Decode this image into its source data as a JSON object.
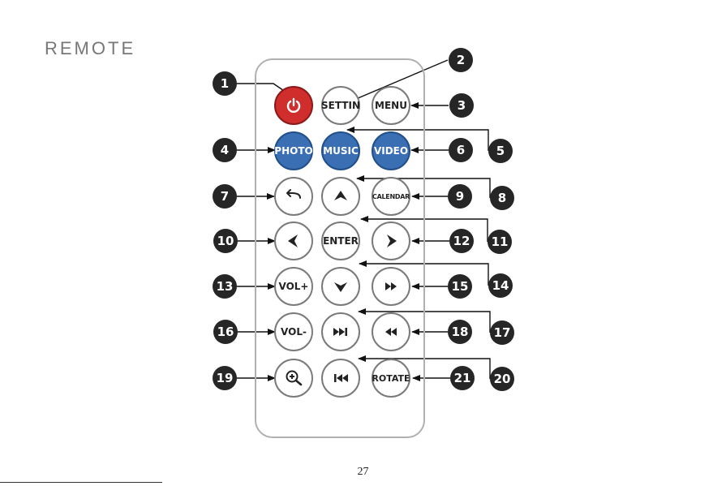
{
  "page_title": "REMOTE",
  "page_number": "27",
  "buttons": {
    "power": "",
    "setting": "SETTIN",
    "menu": "MENU",
    "photo": "PHOTO",
    "music": "MUSIC",
    "video": "VIDEO",
    "back": "",
    "up": "",
    "calendar": "CALENDAR",
    "left": "",
    "enter": "ENTER",
    "right": "",
    "vol_plus": "VOL+",
    "down": "",
    "fast_forward": "",
    "vol_minus": "VOL-",
    "next": "",
    "rewind": "",
    "zoom": "",
    "previous": "",
    "rotate": "ROTATE"
  },
  "callouts": [
    "1",
    "2",
    "3",
    "4",
    "5",
    "6",
    "7",
    "8",
    "9",
    "10",
    "11",
    "12",
    "13",
    "14",
    "15",
    "16",
    "17",
    "18",
    "19",
    "20",
    "21"
  ],
  "icons": {
    "power": "power-icon",
    "back": "back-arrow-icon",
    "up": "up-arrow-icon",
    "left": "left-arrow-icon",
    "right": "right-arrow-icon",
    "down": "down-arrow-icon",
    "fast_forward": "fast-forward-icon",
    "next": "next-track-icon",
    "rewind": "rewind-icon",
    "zoom": "zoom-in-icon",
    "previous": "previous-track-icon"
  },
  "colors": {
    "power": "#d02d2d",
    "media_blue": "#3a6fb3",
    "callout": "#262626"
  }
}
